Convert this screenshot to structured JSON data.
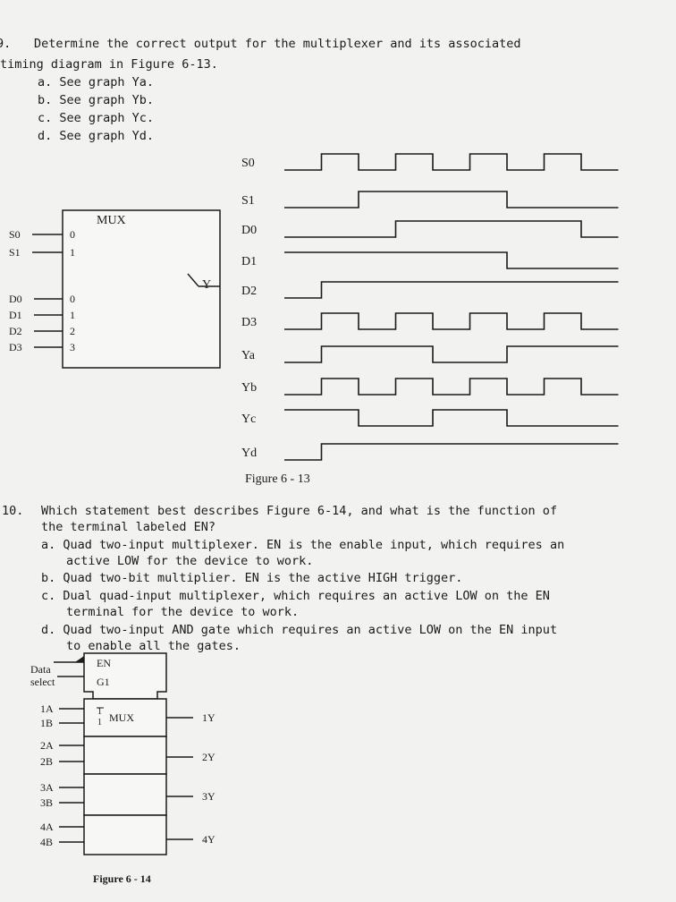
{
  "q9": {
    "number": "9.",
    "line1": "Determine the correct output for the multiplexer and its associated",
    "line2": "timing diagram in Figure 6-13.",
    "options": [
      "a. See graph Ya.",
      "b. See graph Yb.",
      "c. See graph Yc.",
      "d. See graph Yd."
    ]
  },
  "fig13": {
    "caption": "Figure 6 - 13",
    "mux_label": "MUX",
    "output_label": "Y",
    "select_inputs": [
      {
        "name": "S0",
        "pin": "0"
      },
      {
        "name": "S1",
        "pin": "1"
      }
    ],
    "data_inputs": [
      {
        "name": "D0",
        "pin": "0"
      },
      {
        "name": "D1",
        "pin": "1"
      },
      {
        "name": "D2",
        "pin": "2"
      },
      {
        "name": "D3",
        "pin": "3"
      }
    ],
    "waveforms": [
      {
        "name": "S0",
        "levels": [
          0,
          1,
          0,
          1,
          0,
          1,
          0,
          1,
          0
        ]
      },
      {
        "name": "S1",
        "levels": [
          0,
          0,
          1,
          1,
          1,
          1,
          0,
          0,
          0
        ]
      },
      {
        "name": "D0",
        "levels": [
          0,
          0,
          0,
          1,
          1,
          1,
          1,
          1,
          0
        ]
      },
      {
        "name": "D1",
        "levels": [
          1,
          1,
          1,
          1,
          1,
          1,
          0,
          0,
          0
        ]
      },
      {
        "name": "D2",
        "levels": [
          0,
          1,
          1,
          1,
          1,
          1,
          1,
          1,
          1
        ]
      },
      {
        "name": "D3",
        "levels": [
          0,
          1,
          0,
          1,
          0,
          1,
          0,
          1,
          0
        ]
      },
      {
        "name": "Ya",
        "levels": [
          0,
          1,
          1,
          1,
          0,
          0,
          1,
          1,
          1
        ]
      },
      {
        "name": "Yb",
        "levels": [
          0,
          1,
          0,
          1,
          0,
          1,
          0,
          1,
          0
        ]
      },
      {
        "name": "Yc",
        "levels": [
          1,
          1,
          0,
          0,
          1,
          1,
          0,
          0,
          0
        ]
      },
      {
        "name": "Yd",
        "levels": [
          0,
          1,
          1,
          1,
          1,
          1,
          1,
          1,
          1
        ]
      }
    ]
  },
  "q10": {
    "number": "10.",
    "line1": "Which statement best describes Figure 6-14, and what is the function of",
    "line2": "the terminal labeled EN?",
    "options": [
      {
        "a": "a. Quad two-input multiplexer. EN is the enable input, which requires an",
        "b": "active LOW for the device to work."
      },
      {
        "a": "b. Quad two-bit multiplier. EN is the active HIGH trigger.",
        "b": ""
      },
      {
        "a": "c. Dual quad-input multiplexer, which requires an active LOW on the EN",
        "b": "terminal for the device to work."
      },
      {
        "a": "d. Quad two-input AND gate which requires an active LOW on the EN input",
        "b": "to enable all the gates."
      }
    ]
  },
  "fig14": {
    "caption": "Figure 6 - 14",
    "en_label": "EN",
    "g1_label": "G1",
    "data_select_line1": "Data",
    "data_select_line2": "select",
    "mux_label": "MUX",
    "mux_prefix_top": "1",
    "mux_prefix_bottom": "1",
    "sections": [
      {
        "in1": "1A",
        "in2": "1B",
        "out": "1Y"
      },
      {
        "in1": "2A",
        "in2": "2B",
        "out": "2Y"
      },
      {
        "in1": "3A",
        "in2": "3B",
        "out": "3Y"
      },
      {
        "in1": "4A",
        "in2": "4B",
        "out": "4Y"
      }
    ]
  }
}
